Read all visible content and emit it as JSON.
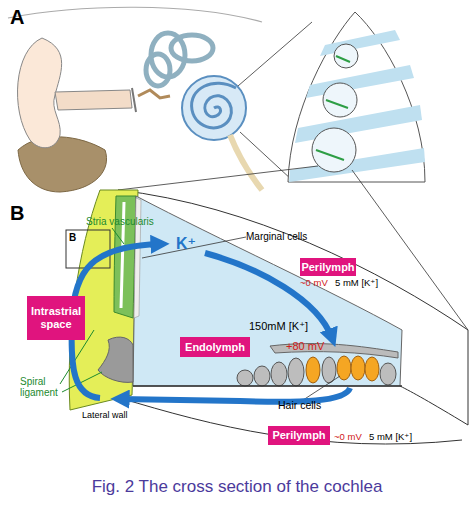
{
  "diagram": {
    "caption": "Fig. 2 The cross section of the cochlea",
    "nodes": [
      {
        "text": [
          "Perilymph"
        ]
      },
      {
        "text": [
          "Intrastrial space"
        ]
      },
      {
        "text": [
          "Endolymph"
        ]
      },
      {
        "text": [
          "Perilymph"
        ]
      }
    ],
    "labels": [
      "A",
      "B",
      "Stria vascularis",
      "Marginal cells",
      "B",
      "K⁺",
      "~0 mV",
      "5 mM [K⁺]",
      "150mM [K⁺]",
      "+80 mV",
      "Spiral ligament",
      "Hair cells",
      "Lateral wall",
      "~0 mV",
      "5 mM [K⁺]"
    ]
  }
}
